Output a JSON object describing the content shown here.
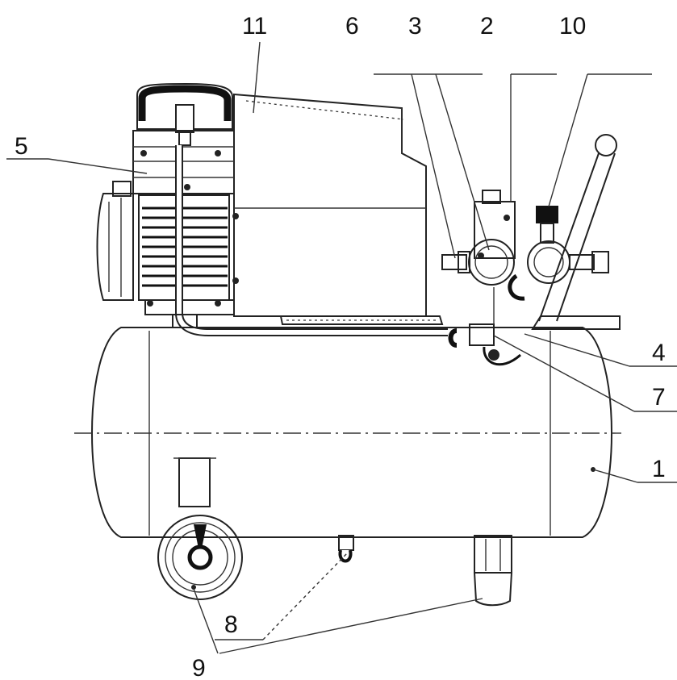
{
  "callouts": [
    "11",
    "6",
    "3",
    "2",
    "10",
    "5",
    "4",
    "7",
    "1",
    "8",
    "9"
  ]
}
